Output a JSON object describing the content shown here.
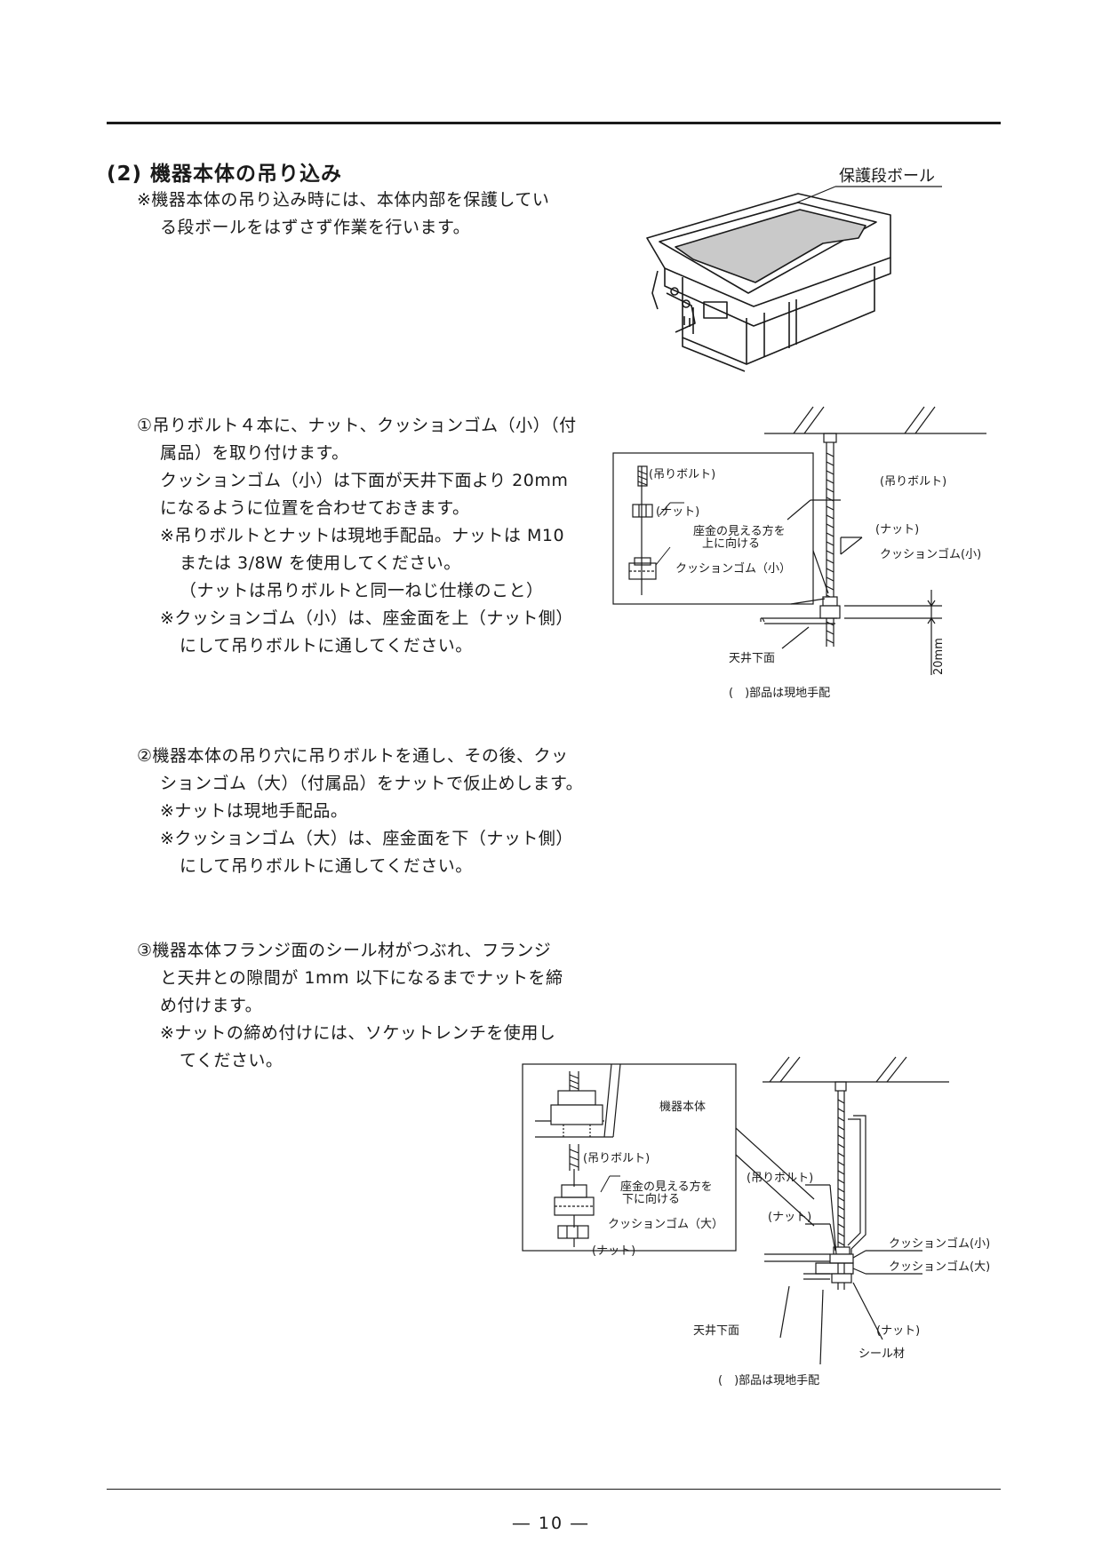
{
  "section": {
    "heading": "(2) 機器本体の吊り込み",
    "note_line1": "※機器本体の吊り込み時には、本体内部を保護してい",
    "note_line2": "る段ボールをはずさず作業を行います。"
  },
  "figure1": {
    "label_cardboard": "保護段ボール"
  },
  "step1": {
    "l1": "①吊りボルト４本に、ナット、クッションゴム（小）（付",
    "l2": "属品）を取り付けます。",
    "l3": "クッションゴム（小）は下面が天井下面より 20mm",
    "l4": "になるように位置を合わせておきます。",
    "l5": "※吊りボルトとナットは現地手配品。ナットは M10",
    "l6": "または 3/8W を使用してください。",
    "l7": "（ナットは吊りボルトと同一ねじ仕様のこと）",
    "l8": "※クッションゴム（小）は、座金面を上（ナット側）",
    "l9": "にして吊りボルトに通してください。"
  },
  "figure2": {
    "inset_bolt": "(吊りボルト)",
    "inset_nut": "(ナット)",
    "inset_washer_note1": "座金の見える方を",
    "inset_washer_note2": "上に向ける",
    "inset_cushion": "クッションゴム（小）",
    "bolt": "(吊りボルト)",
    "nut": "(ナット)",
    "cushion": "クッションゴム(小)",
    "ceiling": "天井下面",
    "dimension": "20mm",
    "footnote": "(　)部品は現地手配"
  },
  "step2": {
    "l1": "②機器本体の吊り穴に吊りボルトを通し、その後、クッ",
    "l2": "ションゴム（大）（付属品）をナットで仮止めします。",
    "l3": "※ナットは現地手配品。",
    "l4": "※クッションゴム（大）は、座金面を下（ナット側）",
    "l5": "にして吊りボルトに通してください。"
  },
  "step3": {
    "l1": "③機器本体フランジ面のシール材がつぶれ、フランジ",
    "l2": "と天井との隙間が 1mm 以下になるまでナットを締",
    "l3": "め付けます。",
    "l4": "※ナットの締め付けには、ソケットレンチを使用し",
    "l5": "てください。"
  },
  "figure3": {
    "inset_body": "機器本体",
    "inset_bolt": "(吊りボルト)",
    "inset_washer_note1": "座金の見える方を",
    "inset_washer_note2": "下に向ける",
    "inset_cushion": "クッションゴム（大）",
    "inset_nut": "(ナット)",
    "bolt": "(吊りボルト)",
    "nut_upper": "(ナット)",
    "cushion_small": "クッションゴム(小)",
    "cushion_large": "クッションゴム(大)",
    "ceiling": "天井下面",
    "nut_lower": "(ナット)",
    "seal": "シール材",
    "footnote": "(　)部品は現地手配"
  },
  "footer": {
    "page_number": "― 10 ―"
  }
}
